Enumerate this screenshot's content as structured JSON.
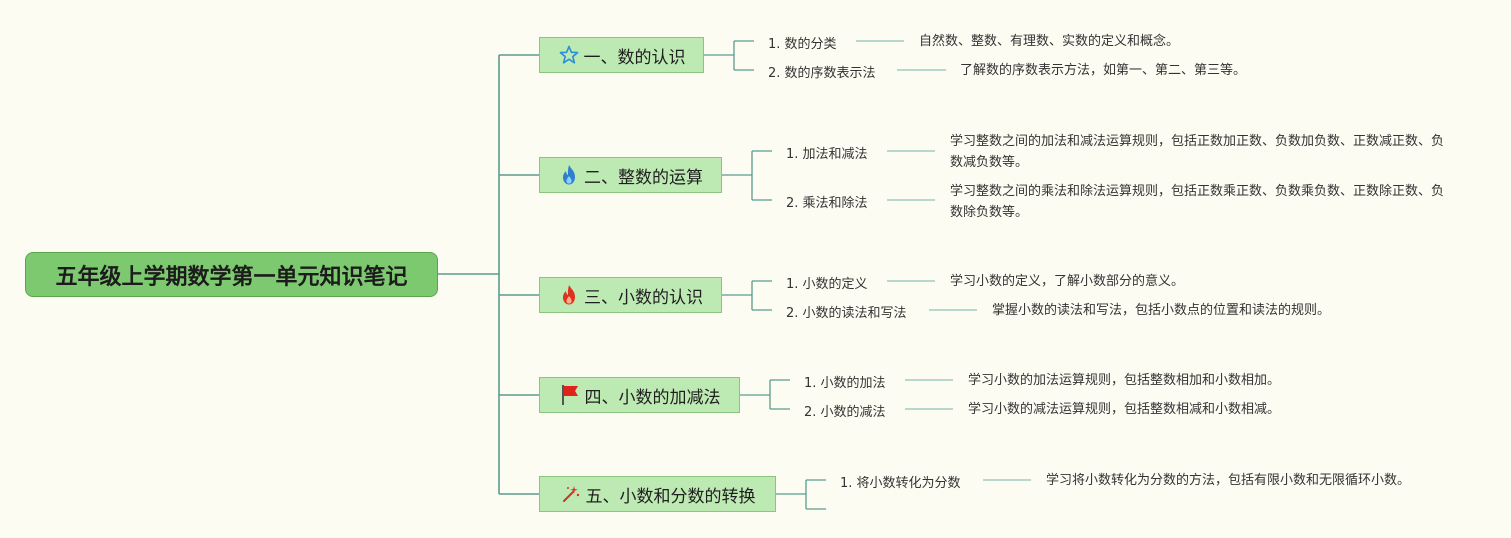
{
  "root": {
    "title": "五年级上学期数学第一单元知识笔记"
  },
  "topics": [
    {
      "label": "一、数的认识",
      "icon": "star-icon",
      "subs": [
        {
          "label": "1. 数的分类",
          "desc": "自然数、整数、有理数、实数的定义和概念。"
        },
        {
          "label": "2. 数的序数表示法",
          "desc": "了解数的序数表示方法，如第一、第二、第三等。"
        }
      ]
    },
    {
      "label": "二、整数的运算",
      "icon": "blue-flame-icon",
      "subs": [
        {
          "label": "1. 加法和减法",
          "desc": "学习整数之间的加法和减法运算规则，包括正数加正数、负数加负数、正数减正数、负数减负数等。"
        },
        {
          "label": "2. 乘法和除法",
          "desc": "学习整数之间的乘法和除法运算规则，包括正数乘正数、负数乘负数、正数除正数、负数除负数等。"
        }
      ]
    },
    {
      "label": "三、小数的认识",
      "icon": "red-flame-icon",
      "subs": [
        {
          "label": "1. 小数的定义",
          "desc": "学习小数的定义，了解小数部分的意义。"
        },
        {
          "label": "2. 小数的读法和写法",
          "desc": "掌握小数的读法和写法，包括小数点的位置和读法的规则。"
        }
      ]
    },
    {
      "label": "四、小数的加减法",
      "icon": "red-flag-icon",
      "subs": [
        {
          "label": "1. 小数的加法",
          "desc": "学习小数的加法运算规则，包括整数相加和小数相加。"
        },
        {
          "label": "2. 小数的减法",
          "desc": "学习小数的减法运算规则，包括整数相减和小数相减。"
        }
      ]
    },
    {
      "label": "五、小数和分数的转换",
      "icon": "sparkle-icon",
      "subs": [
        {
          "label": "1. 将小数转化为分数",
          "desc": "学习将小数转化为分数的方法，包括有限小数和无限循环小数。"
        }
      ]
    }
  ],
  "colors": {
    "line": "#5a9c8e",
    "thin_line": "#8fc2b5",
    "root_fill": "#7dc96f",
    "topic_fill": "#bde9b3"
  }
}
